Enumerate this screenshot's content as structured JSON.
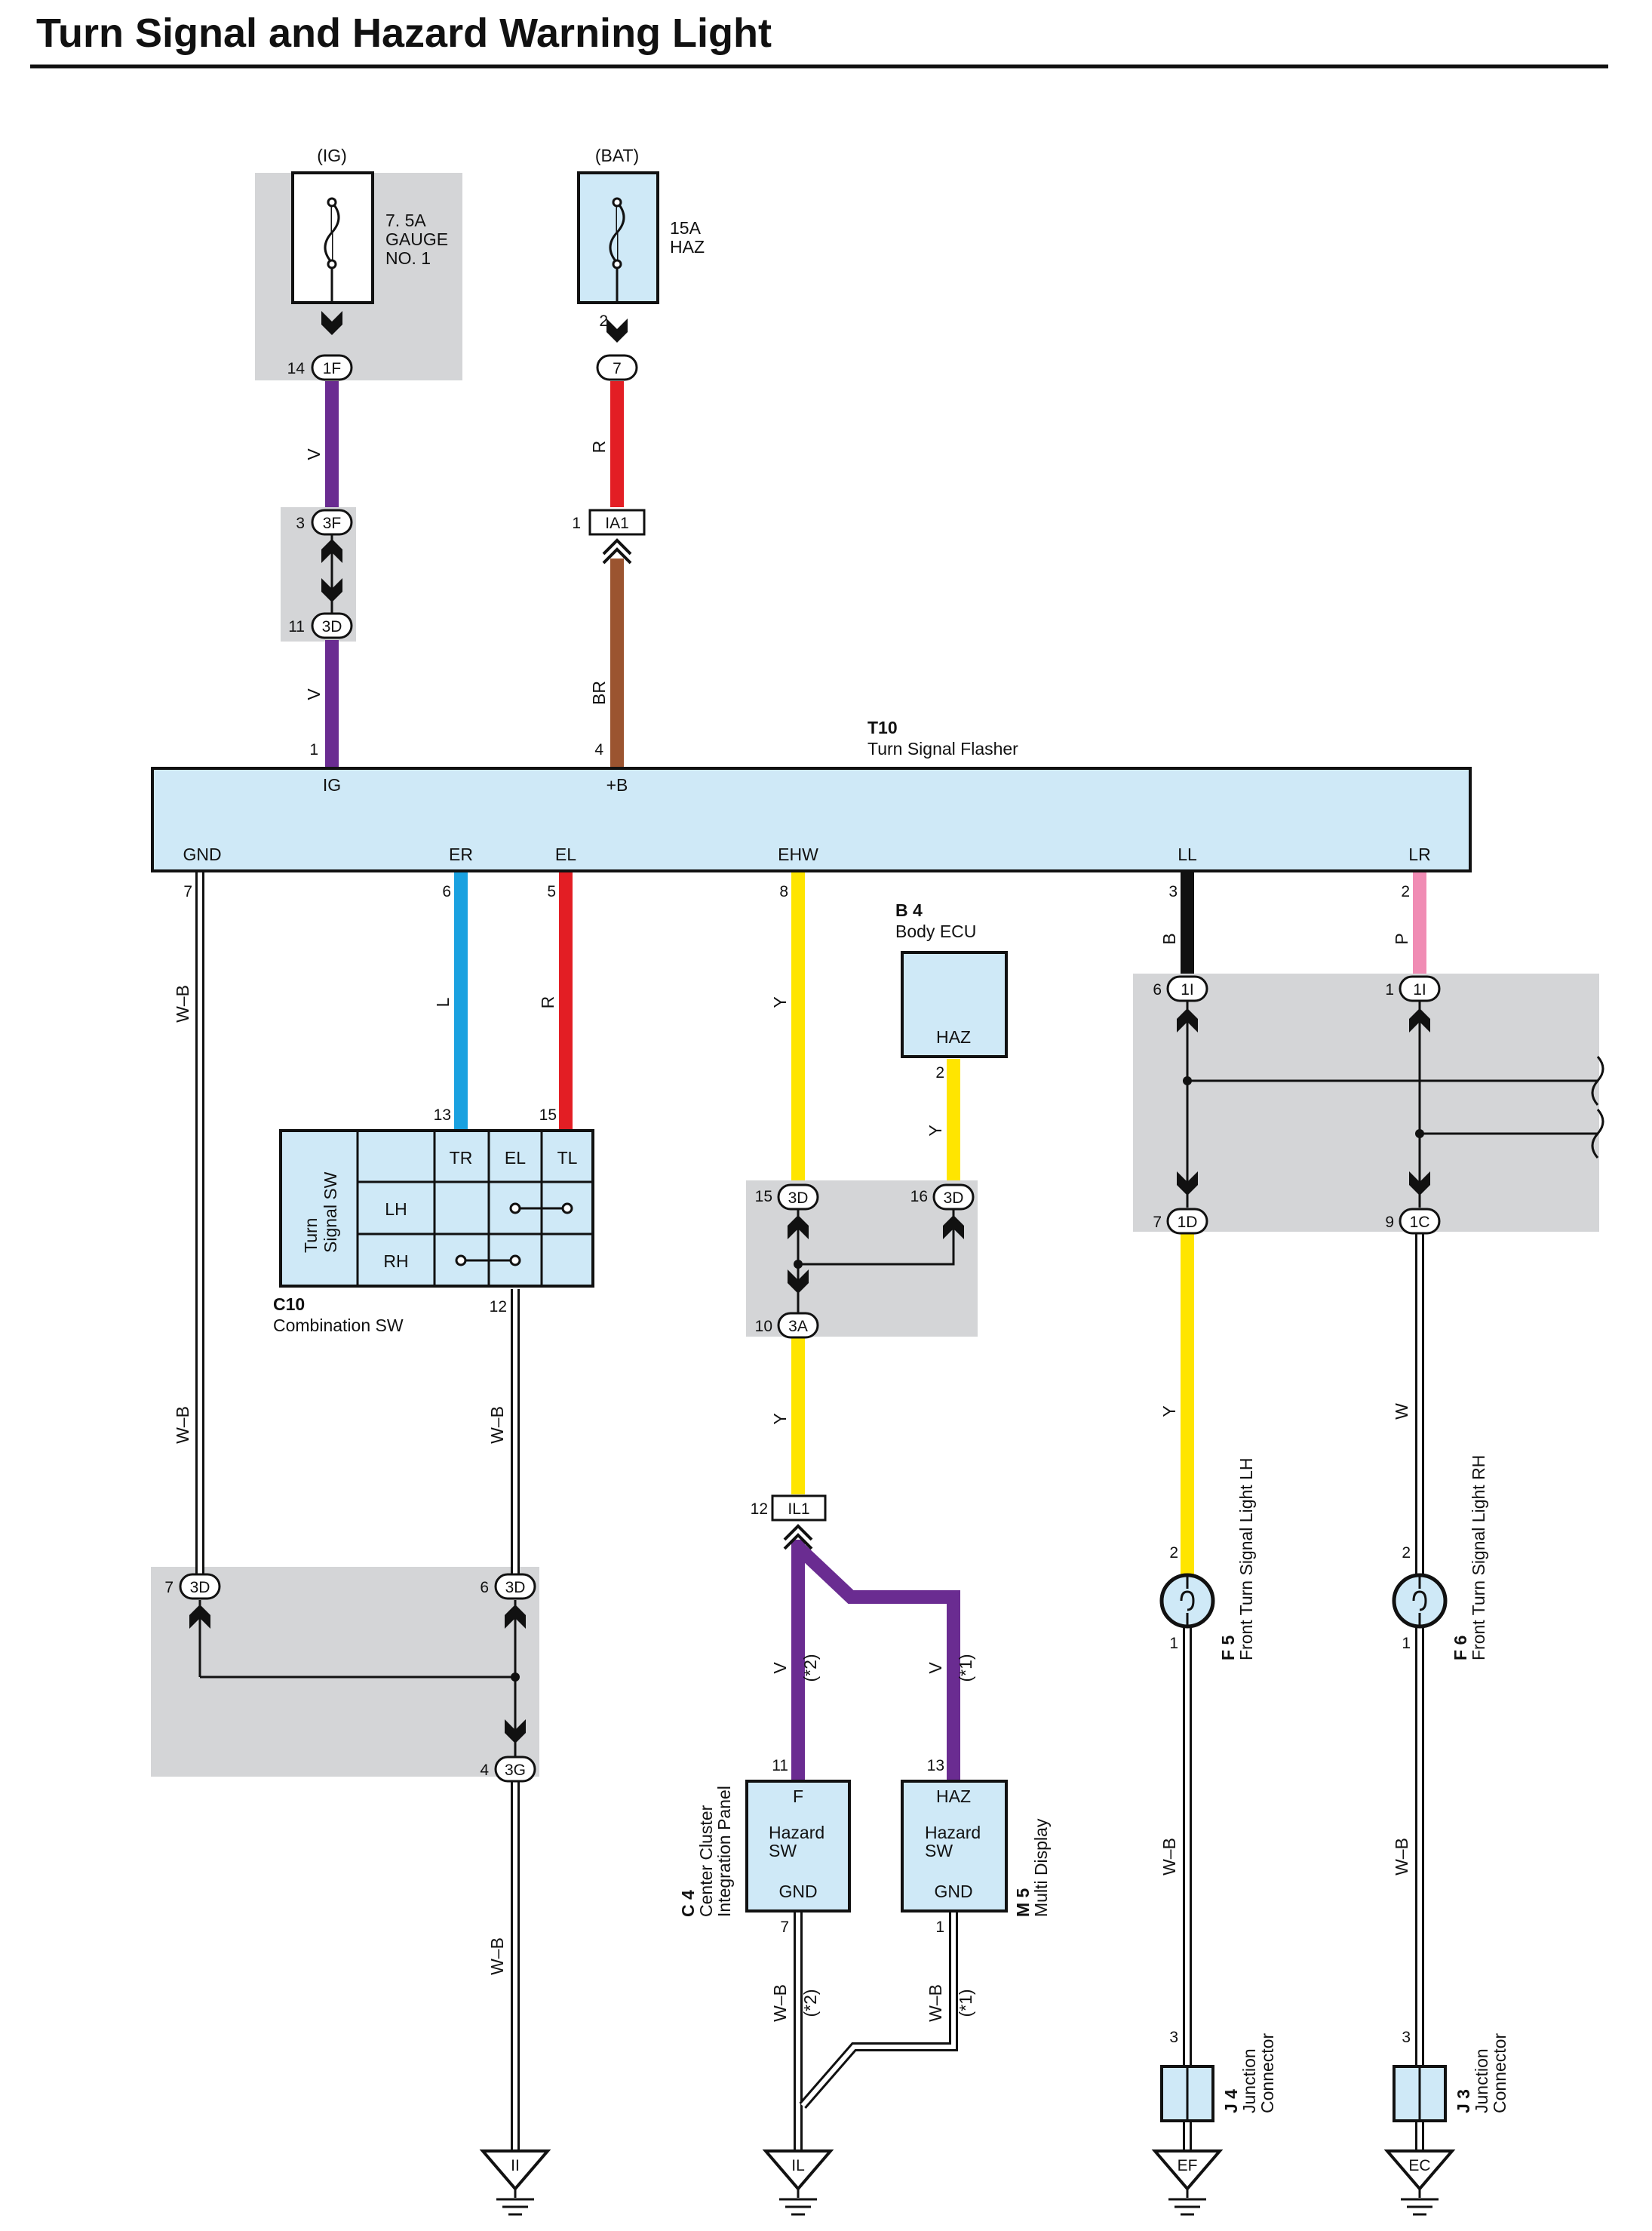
{
  "title": "Turn Signal and Hazard Warning Light",
  "colors": {
    "violet": "#6a2c91",
    "red": "#e31e24",
    "brown": "#9b5430",
    "blue": "#1aa1e0",
    "yellow": "#ffe500",
    "black": "#111111",
    "pink": "#f08cb4",
    "component_fill": "#cfe9f7",
    "junction_block_gray": "#d4d5d7"
  },
  "fuses": {
    "ig": {
      "source": "(IG)",
      "rating": "7. 5A",
      "name1": "GAUGE",
      "name2": "NO. 1"
    },
    "bat": {
      "source": "(BAT)",
      "rating": "15A",
      "name1": "HAZ"
    }
  },
  "flasher": {
    "code": "T10",
    "name": "Turn Signal Flasher",
    "terminals": {
      "ig": "IG",
      "b": "+B",
      "gnd": "GND",
      "er": "ER",
      "el": "EL",
      "ehw": "EHW",
      "ll": "LL",
      "lr": "LR"
    }
  },
  "combination_sw": {
    "code": "C10",
    "name": "Combination SW",
    "side_label_1": "Turn",
    "side_label_2": "Signal SW",
    "columns": [
      "TR",
      "EL",
      "TL"
    ],
    "rows": [
      "LH",
      "RH"
    ]
  },
  "body_ecu": {
    "code": "B 4",
    "name": "Body ECU",
    "terminal": "HAZ"
  },
  "center_cluster": {
    "code": "C 4",
    "name_1": "Center Cluster",
    "name_2": "Integration Panel",
    "term_top": "F",
    "label_1": "Hazard",
    "label_2": "SW",
    "term_bottom": "GND"
  },
  "multi_display": {
    "code": "M 5",
    "name": "Multi Display",
    "term_top": "HAZ",
    "label_1": "Hazard",
    "label_2": "SW",
    "term_bottom": "GND"
  },
  "lamps": {
    "lh": {
      "code": "F 5",
      "name": "Front Turn Signal Light LH"
    },
    "rh": {
      "code": "F 6",
      "name": "Front Turn Signal Light RH"
    }
  },
  "junction_connectors": {
    "j4": {
      "code": "J 4",
      "name_1": "Junction",
      "name_2": "Connector"
    },
    "j3": {
      "code": "J 3",
      "name_1": "Junction",
      "name_2": "Connector"
    }
  },
  "grounds": [
    "II",
    "IL",
    "EF",
    "EC"
  ],
  "connectors": {
    "c1F": "1F",
    "c7": "7",
    "c3F": "3F",
    "c3D": "3D",
    "cIA1": "IA1",
    "c3A": "3A",
    "cIL1": "IL1",
    "c1I": "1I",
    "c1D": "1D",
    "c1C": "1C",
    "c3G": "3G"
  },
  "pins": {
    "p14": "14",
    "p2": "2",
    "p3": "3",
    "p1": "1",
    "p11": "11",
    "p4": "4",
    "p7": "7",
    "p6": "6",
    "p5": "5",
    "p8": "8",
    "p13": "13",
    "p15": "15",
    "p16": "16",
    "p10": "10",
    "p12": "12",
    "p9": "9"
  },
  "wire_colors": {
    "V": "V",
    "R": "R",
    "BR": "BR",
    "WB": "W–B",
    "L": "L",
    "Y": "Y",
    "B": "B",
    "P": "P",
    "W": "W"
  },
  "notes": {
    "n1": "(*1)",
    "n2": "(*2)"
  }
}
